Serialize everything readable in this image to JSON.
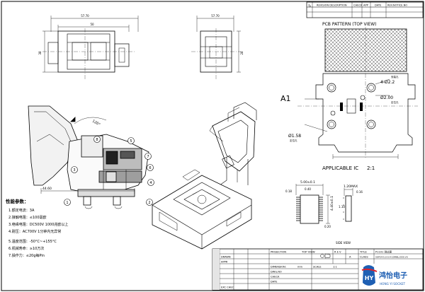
{
  "revision_table": {
    "headers": [
      "REVISION DESCRIPTION",
      "CHECK",
      "APP",
      "DATE",
      "REV.NOTICE.NO"
    ]
  },
  "top_views": {
    "front_width": "57.70",
    "front_inner": "50",
    "front_height": "38",
    "side_width": "57.70",
    "side_height": "28"
  },
  "pcb_pattern": {
    "title": "PCB PATTERN (TOP VIEW)",
    "hole_dim_1": "4-Ø2.2",
    "hole_dim_2": "Ø2.00",
    "hole_dim_3": "Ø1.58",
    "label_a1": "A1",
    "applicable_ic": "APPLICABLE IC",
    "applicable_ic_suffix": "2:1",
    "note_right_1": "安装孔",
    "note_right_2": "定位孔",
    "note_left": "定位孔"
  },
  "section_view": {
    "angle_label": "120°",
    "width_label": "44.60",
    "balloons": [
      "8",
      "5",
      "7",
      "6",
      "3",
      "4",
      "1",
      "2"
    ]
  },
  "specs": {
    "title": "性能参数：",
    "items": [
      "1.额定电流：3A",
      "2.接触电阻：≤100毫欧",
      "3.绝缘电阻：DC500V 1000兆欧以上",
      "4.耐压：AC700V 1分钟内无异常",
      "5.温度范围：-50°C~+155°C",
      "6.机械寿命：≥10万次",
      "7.操作力：≤20g每Pin"
    ]
  },
  "ic_views": {
    "top_view_label": "TOP VIEW",
    "side_view_label": "SIDE VIEW",
    "dim_width": "5.00±0.1",
    "dim_pitch": "0.40",
    "dim_pad": "0.18",
    "dim_height": "4.40±0.1",
    "dim_pad2": "0.20",
    "dim_max": "1.20MAX",
    "dim_lead": "0.16",
    "dim_body": "1.10"
  },
  "title_block": {
    "projection": "PROJECTION",
    "rev_label": "R E V",
    "rev_value": "A",
    "dimension": "DIMENSION:",
    "dimension_unit": "mm",
    "scale_label": "SCALE",
    "scale_value": "1:1",
    "dwg_label": "DWG.NO",
    "title_label": "TITLE",
    "title_value": "P1101 测试座",
    "class_label": "CLASS",
    "class_value": "SOP24-5.0-0.4-1DMBL.DDS.V0",
    "check_label": "CHECK",
    "date_label": "DATE",
    "drawn_label": "DRAWN",
    "approve_label": "APPR",
    "footer_label": "EXC CHEC",
    "logo_text": "鸿怡电子",
    "logo_sub": "HONG YI SOCKET",
    "logo_mark": "HY"
  }
}
